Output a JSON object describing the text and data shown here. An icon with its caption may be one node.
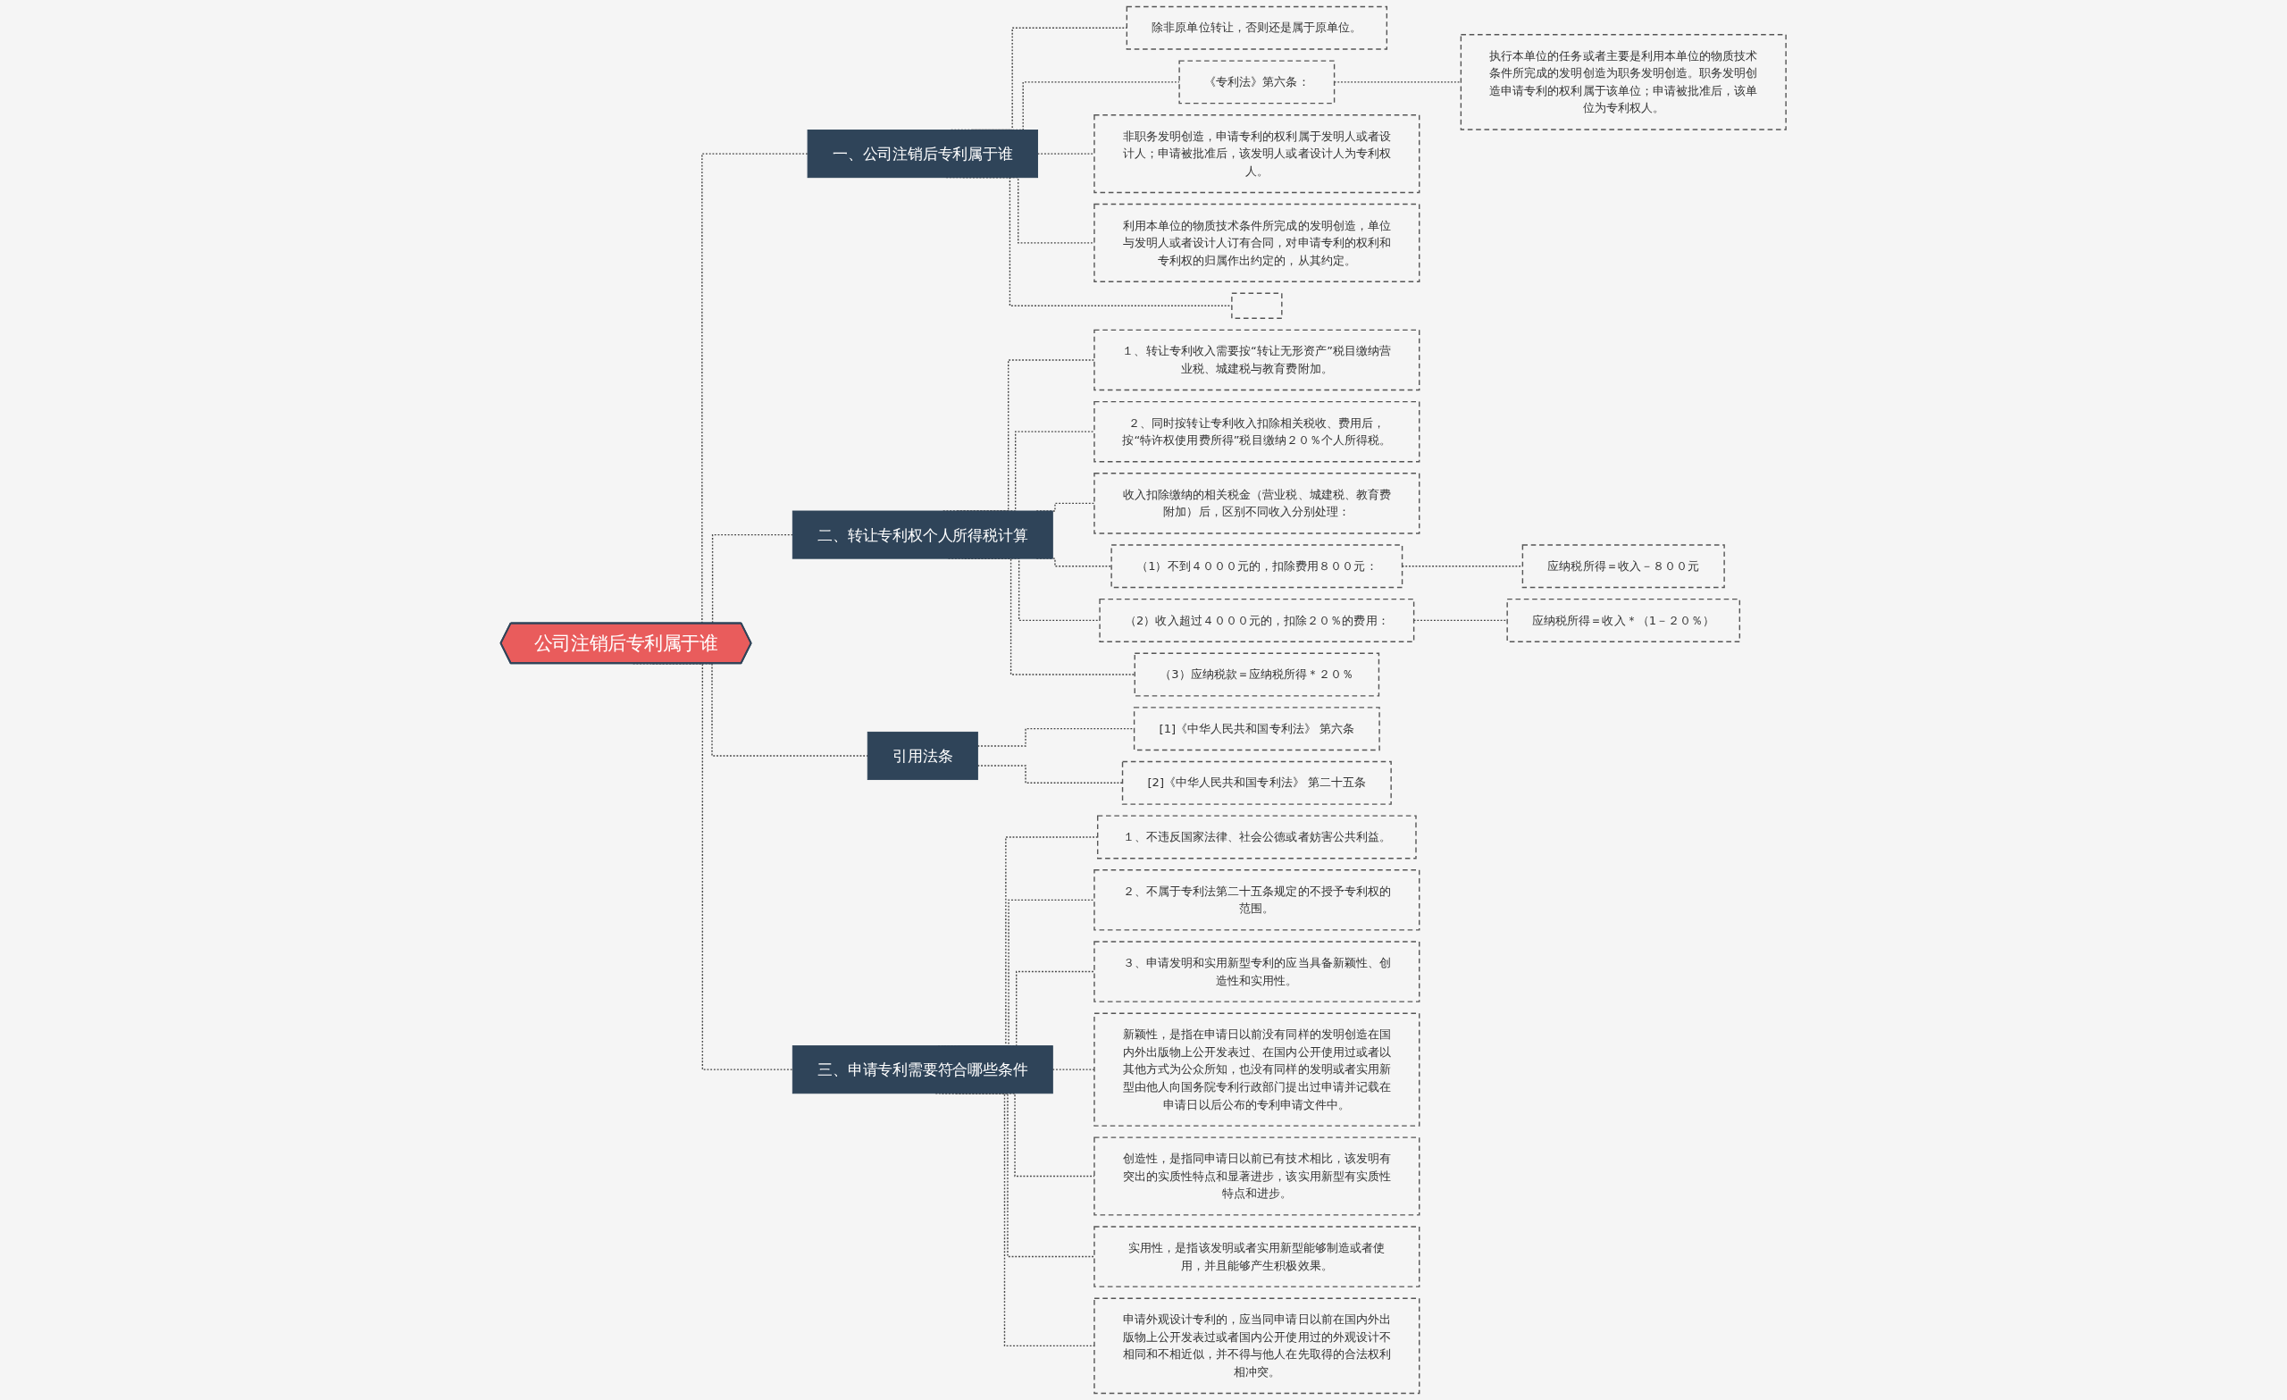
{
  "diagram": {
    "nodes": [
      {
        "text": [
          "公司注销后专利属于谁"
        ]
      },
      {
        "text": [
          "一、公司注销后专利属于谁"
        ]
      },
      {
        "text": [
          "除非原单位转让，否则还是属于原单位。"
        ]
      },
      {
        "text": [
          "《专利法》第六条："
        ]
      },
      {
        "text": [
          "执行本单位的任务或者主要是利用本单位的物质技术条件所完成的发明创造为职务发明创造。职务发明创造申请专利的权利属于该单位；申请被批准后，该单位为专利权人。"
        ]
      },
      {
        "text": [
          "非职务发明创造，申请专利的权利属于发明人或者设计人；申请被批准后，该发明人或者设计人为专利权人。"
        ]
      },
      {
        "text": [
          "利用本单位的物质技术条件所完成的发明创造，单位与发明人或者设计人订有合同，对申请专利的权利和专利权的归属作出约定的，从其约定。"
        ]
      },
      {
        "text": [],
        "shape": "box"
      },
      {
        "text": [
          "二、转让专利权个人所得税计算"
        ]
      },
      {
        "text": [
          "１、转让专利收入需要按“转让无形资产”税目缴纳营业税、城建税与教育费附加。"
        ]
      },
      {
        "text": [
          "２、同时按转让专利收入扣除相关税收、费用后，按“特许权使用费所得”税目缴纳２０％个人所得税。"
        ]
      },
      {
        "text": [
          "收入扣除缴纳的相关税金（营业税、城建税、教育费附加）后，区别不同收入分别处理："
        ]
      },
      {
        "text": [
          "（1）不到４０００元的，扣除费用８００元："
        ]
      },
      {
        "text": [
          "应纳税所得＝收入－８００元"
        ]
      },
      {
        "text": [
          "（2）收入超过４０００元的，扣除２０％的费用："
        ]
      },
      {
        "text": [
          "应纳税所得＝收入＊（1－２０％）"
        ]
      },
      {
        "text": [
          "（3）应纳税款＝应纳税所得＊２０％"
        ]
      },
      {
        "text": [
          "引用法条"
        ]
      },
      {
        "text": [
          "[1]《中华人民共和国专利法》 第六条"
        ]
      },
      {
        "text": [
          "[2]《中华人民共和国专利法》 第二十五条"
        ]
      },
      {
        "text": [
          "三、申请专利需要符合哪些条件"
        ]
      },
      {
        "text": [
          "１、不违反国家法律、社会公德或者妨害公共利益。"
        ]
      },
      {
        "text": [
          "２、不属于专利法第二十五条规定的不授予专利权的范围。"
        ]
      },
      {
        "text": [
          "３、申请发明和实用新型专利的应当具备新颖性、创造性和实用性。"
        ]
      },
      {
        "text": [
          "新颖性，是指在申请日以前没有同样的发明创造在国内外出版物上公开发表过、在国内公开使用过或者以其他方式为公众所知，也没有同样的发明或者实用新型由他人向国务院专利行政部门提出过申请并记载在申请日以后公布的专利申请文件中。"
        ]
      },
      {
        "text": [
          "创造性，是指同申请日以前已有技术相比，该发明有突出的实质性特点和显著进步，该实用新型有实质性特点和进步。"
        ]
      },
      {
        "text": [
          "实用性，是指该发明或者实用新型能够制造或者使用，并且能够产生积极效果。"
        ]
      },
      {
        "text": [
          "申请外观设计专利的，应当同申请日以前在国内外出版物上公开发表过或者国内公开使用过的外观设计不相同和不相近似，并不得与他人在先取得的合法权利相冲突。"
        ]
      }
    ],
    "edges": [
      {
        "from": 0,
        "to": 1,
        "arrow": "none",
        "style": "dashed"
      },
      {
        "from": 1,
        "to": 2,
        "arrow": "none",
        "style": "dashed"
      },
      {
        "from": 1,
        "to": 3,
        "arrow": "none",
        "style": "dashed"
      },
      {
        "from": 3,
        "to": 4,
        "arrow": "none",
        "style": "dashed"
      },
      {
        "from": 1,
        "to": 5,
        "arrow": "none",
        "style": "dashed"
      },
      {
        "from": 1,
        "to": 6,
        "arrow": "none",
        "style": "dashed"
      },
      {
        "from": 1,
        "to": 7,
        "arrow": "none",
        "style": "dashed"
      },
      {
        "from": 0,
        "to": 8,
        "arrow": "none",
        "style": "dashed"
      },
      {
        "from": 8,
        "to": 9,
        "arrow": "none",
        "style": "dashed"
      },
      {
        "from": 8,
        "to": 10,
        "arrow": "none",
        "style": "dashed"
      },
      {
        "from": 8,
        "to": 11,
        "arrow": "none",
        "style": "dashed"
      },
      {
        "from": 8,
        "to": 12,
        "arrow": "none",
        "style": "dashed"
      },
      {
        "from": 12,
        "to": 13,
        "arrow": "none",
        "style": "dashed"
      },
      {
        "from": 8,
        "to": 14,
        "arrow": "none",
        "style": "dashed"
      },
      {
        "from": 14,
        "to": 15,
        "arrow": "none",
        "style": "dashed"
      },
      {
        "from": 8,
        "to": 16,
        "arrow": "none",
        "style": "dashed"
      },
      {
        "from": 0,
        "to": 17,
        "arrow": "none",
        "style": "dashed"
      },
      {
        "from": 17,
        "to": 18,
        "arrow": "none",
        "style": "dashed"
      },
      {
        "from": 17,
        "to": 19,
        "arrow": "none",
        "style": "dashed"
      },
      {
        "from": 0,
        "to": 20,
        "arrow": "none",
        "style": "dashed"
      },
      {
        "from": 20,
        "to": 21,
        "arrow": "none",
        "style": "dashed"
      },
      {
        "from": 20,
        "to": 22,
        "arrow": "none",
        "style": "dashed"
      },
      {
        "from": 20,
        "to": 23,
        "arrow": "none",
        "style": "dashed"
      },
      {
        "from": 20,
        "to": 24,
        "arrow": "none",
        "style": "dashed"
      },
      {
        "from": 20,
        "to": 25,
        "arrow": "none",
        "style": "dashed"
      },
      {
        "from": 20,
        "to": 26,
        "arrow": "none",
        "style": "dashed"
      },
      {
        "from": 20,
        "to": 27,
        "arrow": "none",
        "style": "dashed"
      }
    ]
  }
}
